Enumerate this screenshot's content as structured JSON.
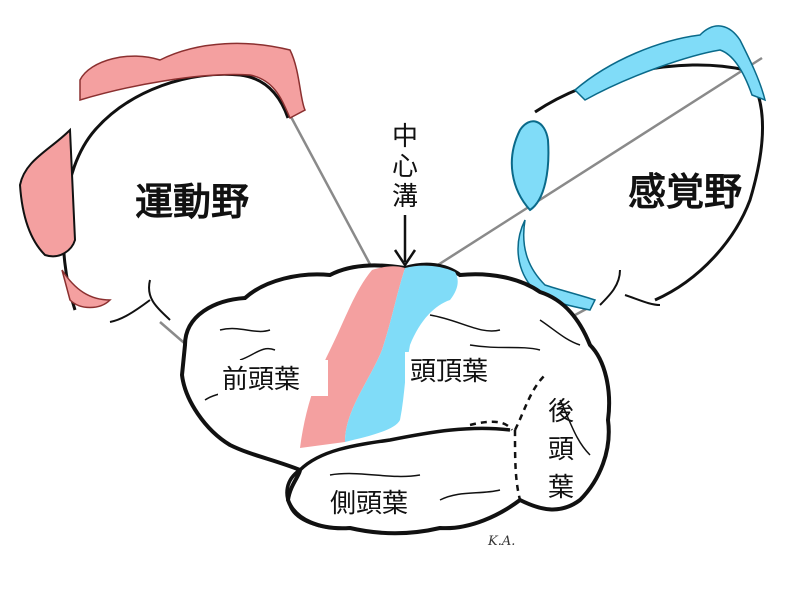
{
  "colors": {
    "motor": "#f4a0a0",
    "sensory": "#80dcf8",
    "outline": "#111111",
    "leader_line": "#888888"
  },
  "labels": {
    "motor_cortex": "運動野",
    "sensory_cortex": "感覚野",
    "central_sulcus": [
      "中",
      "心",
      "溝"
    ],
    "frontal_lobe": "前頭葉",
    "parietal_lobe": "頭頂葉",
    "occipital_lobe": [
      "後",
      "頭",
      "葉"
    ],
    "temporal_lobe": "側頭葉",
    "signature": "K.A."
  }
}
